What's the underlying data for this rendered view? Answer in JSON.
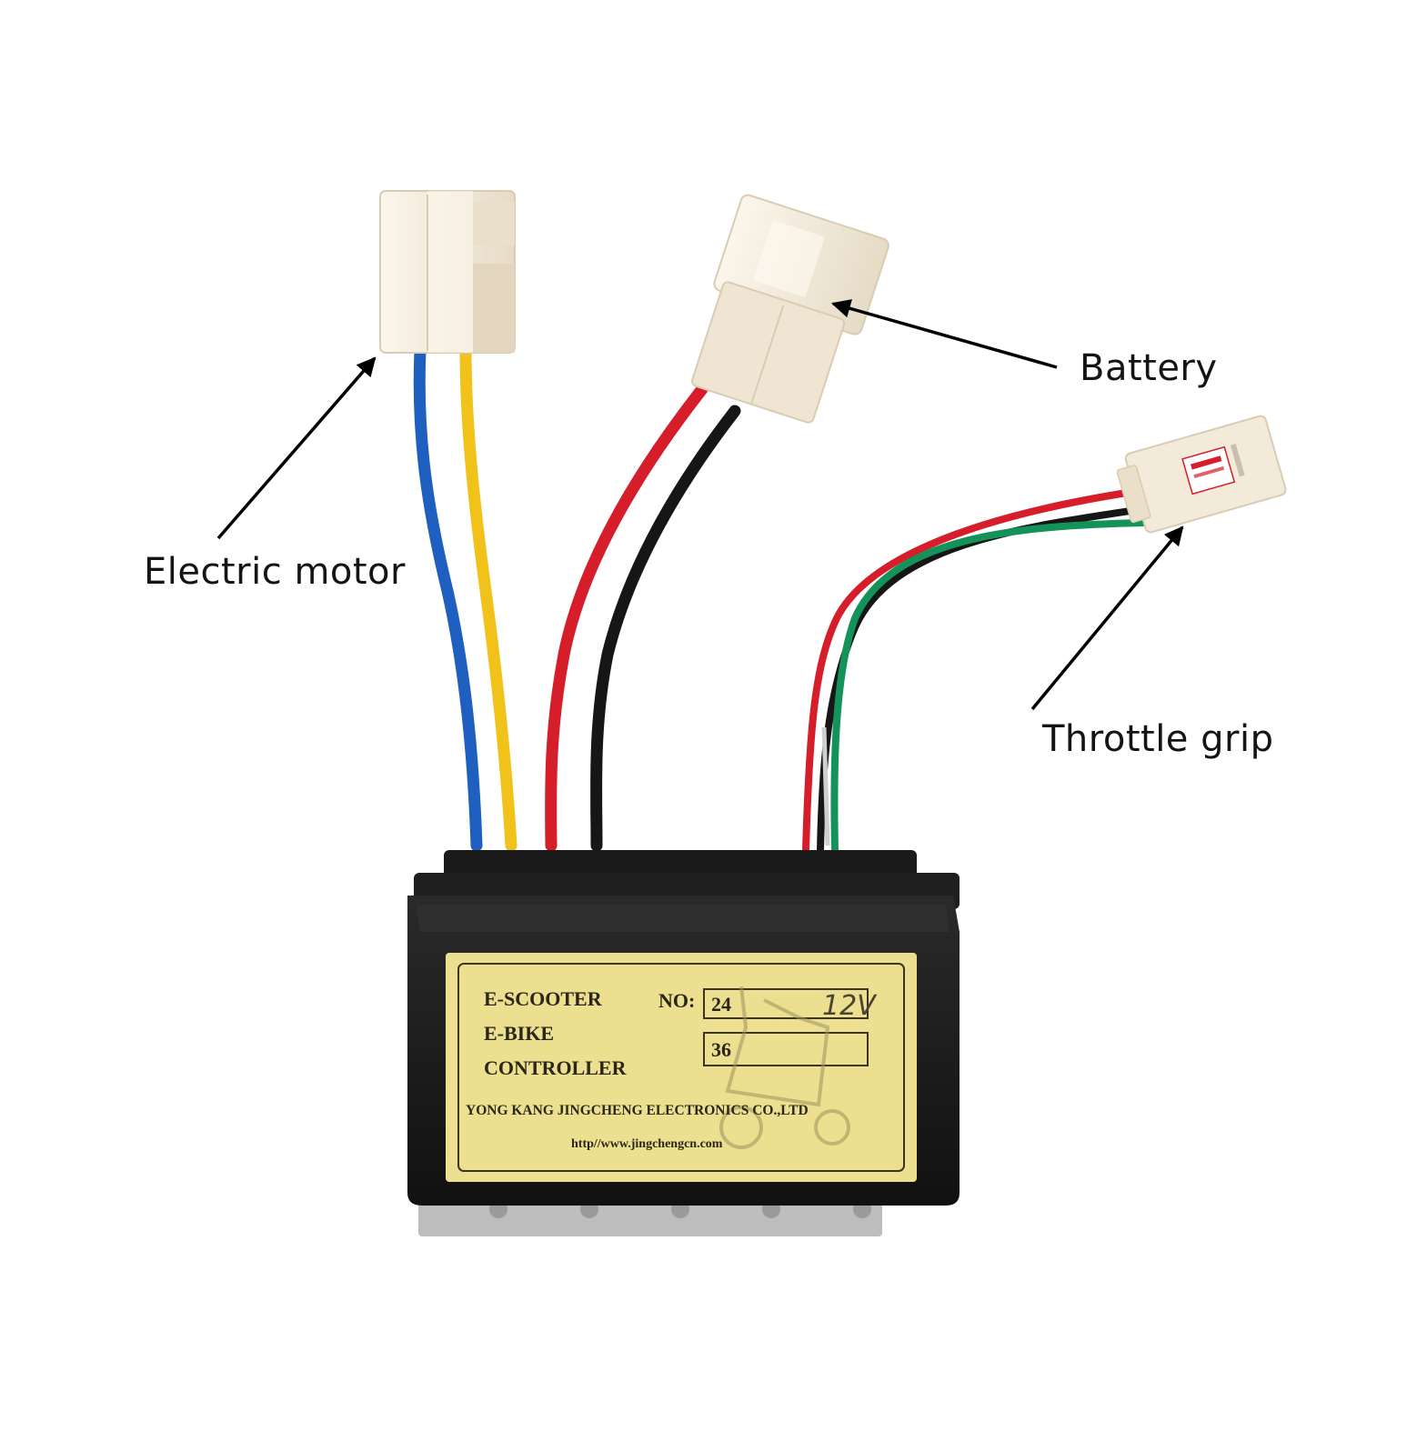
{
  "callouts": {
    "motor": "Electric motor",
    "battery": "Battery",
    "throttle": "Throttle grip"
  },
  "label": {
    "line1": "E-SCOOTER",
    "line2": "E-BIKE",
    "line3": "CONTROLLER",
    "no_label": "NO:",
    "no_value_1": "24",
    "no_value_2": "36",
    "handwritten": "12V",
    "manufacturer": "YONG KANG JINGCHENG ELECTRONICS CO.,LTD",
    "website": "http//www.jingchengcn.com"
  },
  "colors": {
    "housing": "#1c1c1c",
    "label_bg": "#ecdf8f",
    "connector": "#f3ead9",
    "wire_blue": "#1f5fbf",
    "wire_yellow": "#f1c21a",
    "wire_red": "#d61d2a",
    "wire_black": "#161616",
    "wire_green": "#13925a"
  }
}
